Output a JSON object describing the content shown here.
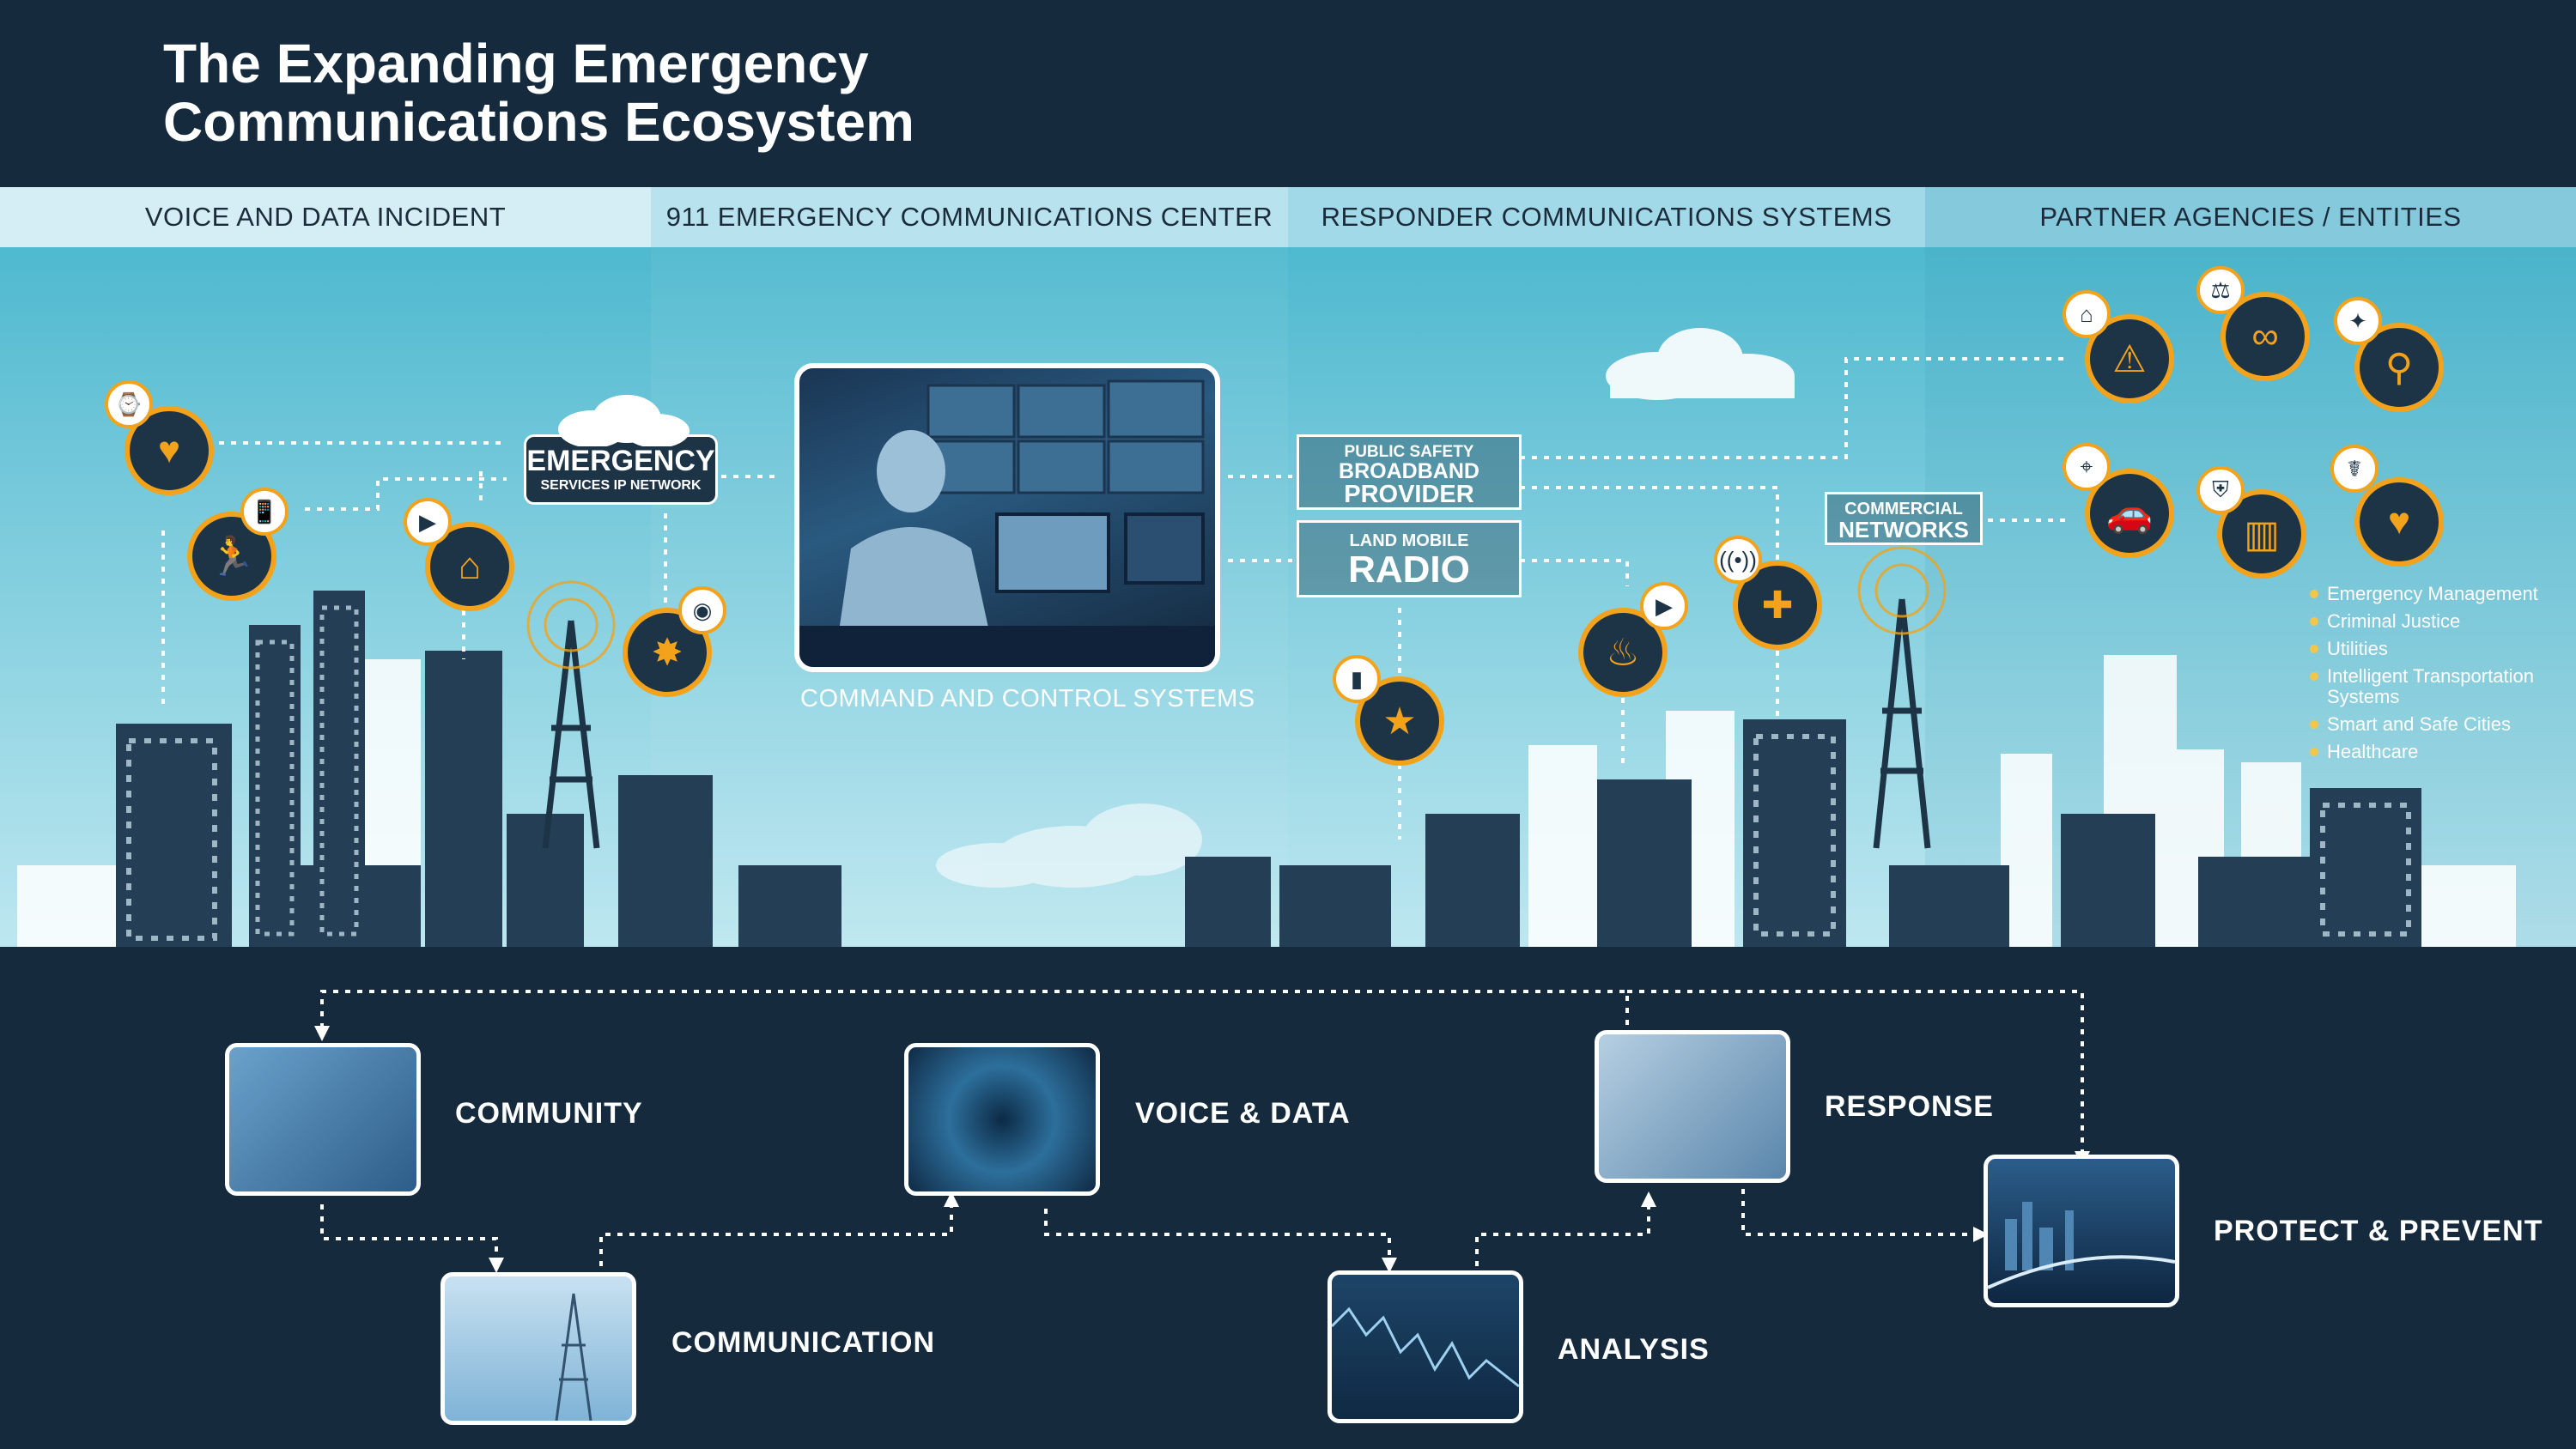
{
  "title": {
    "line1": "The Expanding Emergency",
    "line2": "Communications Ecosystem"
  },
  "bands": [
    {
      "label": "VOICE AND DATA INCIDENT",
      "color": "#d5eef5"
    },
    {
      "label": "911 EMERGENCY COMMUNICATIONS CENTER",
      "color": "#b8e3ee"
    },
    {
      "label": "RESPONDER COMMUNICATIONS SYSTEMS",
      "color": "#a2d9e8"
    },
    {
      "label": "PARTNER AGENCIES / ENTITIES",
      "color": "#84c9dc"
    }
  ],
  "network": {
    "ecs_line1": "EMERGENCY",
    "ecs_line2": "SERVICES IP NETWORK",
    "broadband_line1": "PUBLIC SAFETY",
    "broadband_line2": "BROADBAND",
    "broadband_line3": "PROVIDER",
    "lmr_line1": "LAND MOBILE",
    "lmr_line2": "RADIO",
    "commercial_line1": "COMMERCIAL",
    "commercial_line2": "NETWORKS",
    "command_caption": "COMMAND AND CONTROL SYSTEMS"
  },
  "partner_list": [
    "Emergency Management",
    "Criminal Justice",
    "Utilities",
    "Intelligent Transportation Systems",
    "Smart and Safe Cities",
    "Healthcare"
  ],
  "stages": {
    "community": "COMMUNITY",
    "communication": "COMMUNICATION",
    "voice_data": "VOICE & DATA",
    "analysis": "ANALYSIS",
    "response": "RESPONSE",
    "protect": "PROTECT & PREVENT"
  },
  "colors": {
    "navy": "#152a3d",
    "sky_top": "#4fb9cf",
    "sky_bottom": "#b9e6ef",
    "accent_orange": "#f2a31b",
    "building_dark": "#233e55",
    "building_mid": "#3c6a86"
  },
  "icons": {
    "heart_rate": "heart-rate-icon",
    "fall": "fallen-person-icon",
    "house_fire": "house-fire-icon",
    "car_crash": "car-crash-icon",
    "fire": "fire-icon",
    "ambulance": "ambulance-icon",
    "police": "police-badge-icon",
    "siren": "siren-icon",
    "handcuffs": "handcuffs-icon",
    "utilities": "water-tap-icon",
    "car": "car-icon",
    "building": "building-icon",
    "health": "health-heart-icon"
  }
}
